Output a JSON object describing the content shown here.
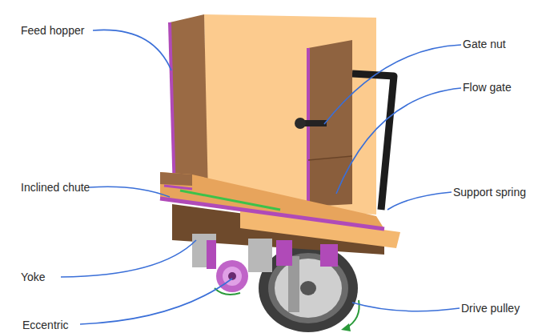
{
  "diagram": {
    "labels": [
      "Feed hopper",
      "Gate nut",
      "Flow gate",
      "Inclined chute",
      "Support spring",
      "Yoke",
      "Drive pulley",
      "Eccentric"
    ]
  }
}
